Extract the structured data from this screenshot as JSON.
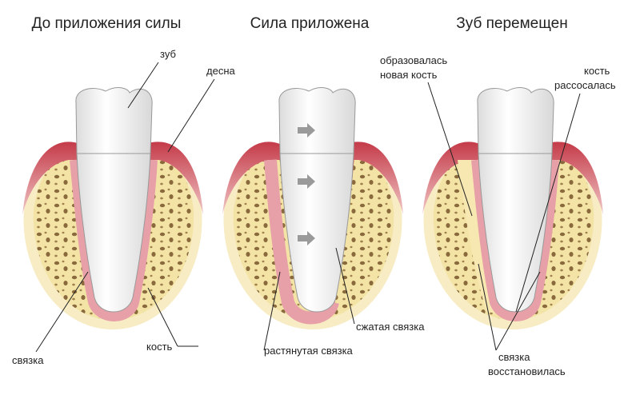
{
  "titles": {
    "before": "До приложения силы",
    "applied": "Сила приложена",
    "moved": "Зуб перемещен"
  },
  "labels": {
    "tooth": "зуб",
    "gum": "десна",
    "ligament": "связка",
    "bone": "кость",
    "stretched_ligament": "растянутая связка",
    "compressed_ligament": "сжатая связка",
    "new_bone_line1": "образовалась",
    "new_bone_line2": "новая кость",
    "resorbed_line1": "кость",
    "resorbed_line2": "рассосалась",
    "restored_line1": "связка",
    "restored_line2": "восстановилась"
  },
  "colors": {
    "gum": "#c43a48",
    "bone": "#f3e4a6",
    "ligament": "#e8a0a8",
    "tooth": "#f2f2f2",
    "arrow": "#9a9a9a"
  },
  "icons": [
    "force-arrow-icon"
  ]
}
